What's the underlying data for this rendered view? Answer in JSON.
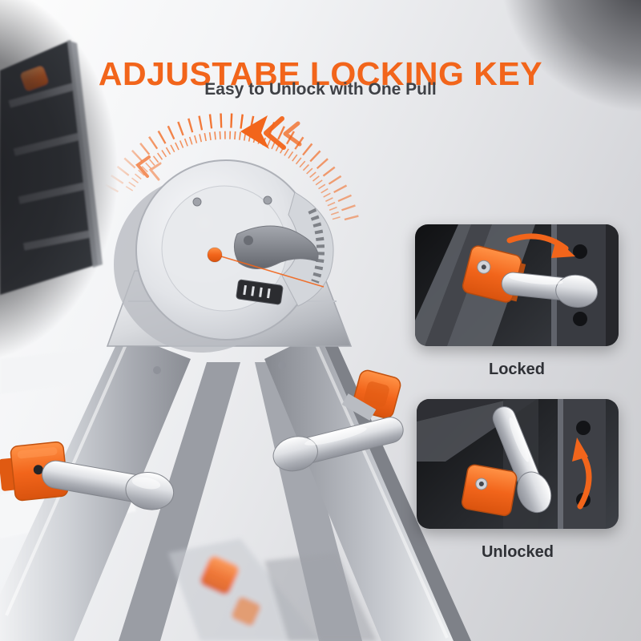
{
  "header": {
    "title": "ADJUSTABE LOCKING KEY",
    "subtitle": "Easy to Unlock with One Pull"
  },
  "insets": [
    {
      "label": "Locked"
    },
    {
      "label": "Unlocked"
    }
  ],
  "icons": {
    "rotation_arrow": "counter-clockwise rotation chevrons",
    "protractor_scale": "orange angle tick scale",
    "curved_arrow_locked": "arrow showing push-to-lock direction",
    "curved_arrow_unlocked": "arrow showing pull-to-unlock direction",
    "hinge_center_dot": "orange pivot marker"
  },
  "colors": {
    "accent_orange": "#F2651B",
    "title_text": "#F2651B",
    "subtitle_text": "#3F4146",
    "label_text": "#2F3136"
  }
}
